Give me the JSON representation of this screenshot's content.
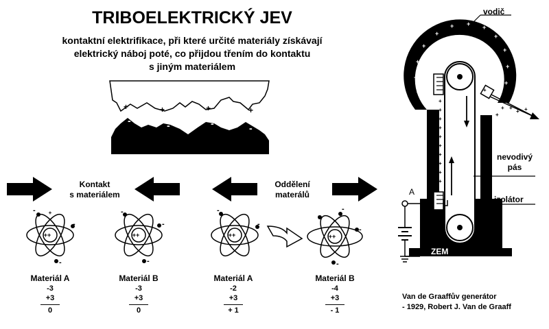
{
  "title": "TRIBOELEKTRICKÝ JEV",
  "subtitle": [
    "kontaktní elektrifikace, při které určité materiály získávají",
    "elektrický náboj poté, co přijdou třením do kontaktu",
    "s jiným materiálem"
  ],
  "labels": {
    "contact": [
      "Kontakt",
      "s materiálem"
    ],
    "separation": [
      "Oddělení",
      "materálů"
    ]
  },
  "materials": [
    {
      "name": "Materiál A",
      "neg": "-3",
      "pos": "+3",
      "result": "0"
    },
    {
      "name": "Materiál B",
      "neg": "-3",
      "pos": "+3",
      "result": "0"
    },
    {
      "name": "Materiál A",
      "neg": "-2",
      "pos": "+3",
      "result": "+ 1"
    },
    {
      "name": "Materiál B",
      "neg": "-4",
      "pos": "+3",
      "result": "- 1"
    }
  ],
  "generator": {
    "conductor": "vodič",
    "belt": [
      "nevodivý",
      "pás"
    ],
    "insulator": "izolátor",
    "ground": "ZEM",
    "terminal": "A",
    "caption": [
      "Van de Graaffův generátor",
      "- 1929, Robert J. Van de Graaff"
    ]
  }
}
